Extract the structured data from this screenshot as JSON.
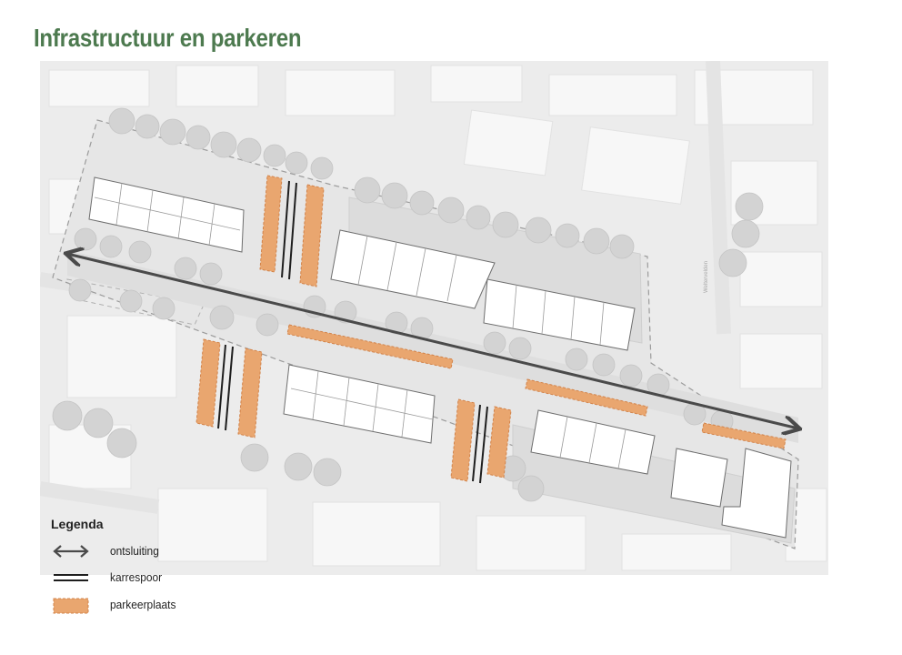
{
  "title": "Infrastructuur en parkeren",
  "colors": {
    "title": "#4d7a4f",
    "map_background": "#ececec",
    "parking": "#e9a66f",
    "parking_border": "#d2834a",
    "access_arrow": "#4a4a4a",
    "cart_track": "#1e1e1e"
  },
  "street_label": "Weltervelden",
  "legend": {
    "title": "Legenda",
    "items": [
      {
        "label": "ontsluiting",
        "icon": "double-arrow-icon"
      },
      {
        "label": "karrespoor",
        "icon": "double-line-icon"
      },
      {
        "label": "parkeerplaats",
        "icon": "parking-area-icon"
      }
    ]
  }
}
